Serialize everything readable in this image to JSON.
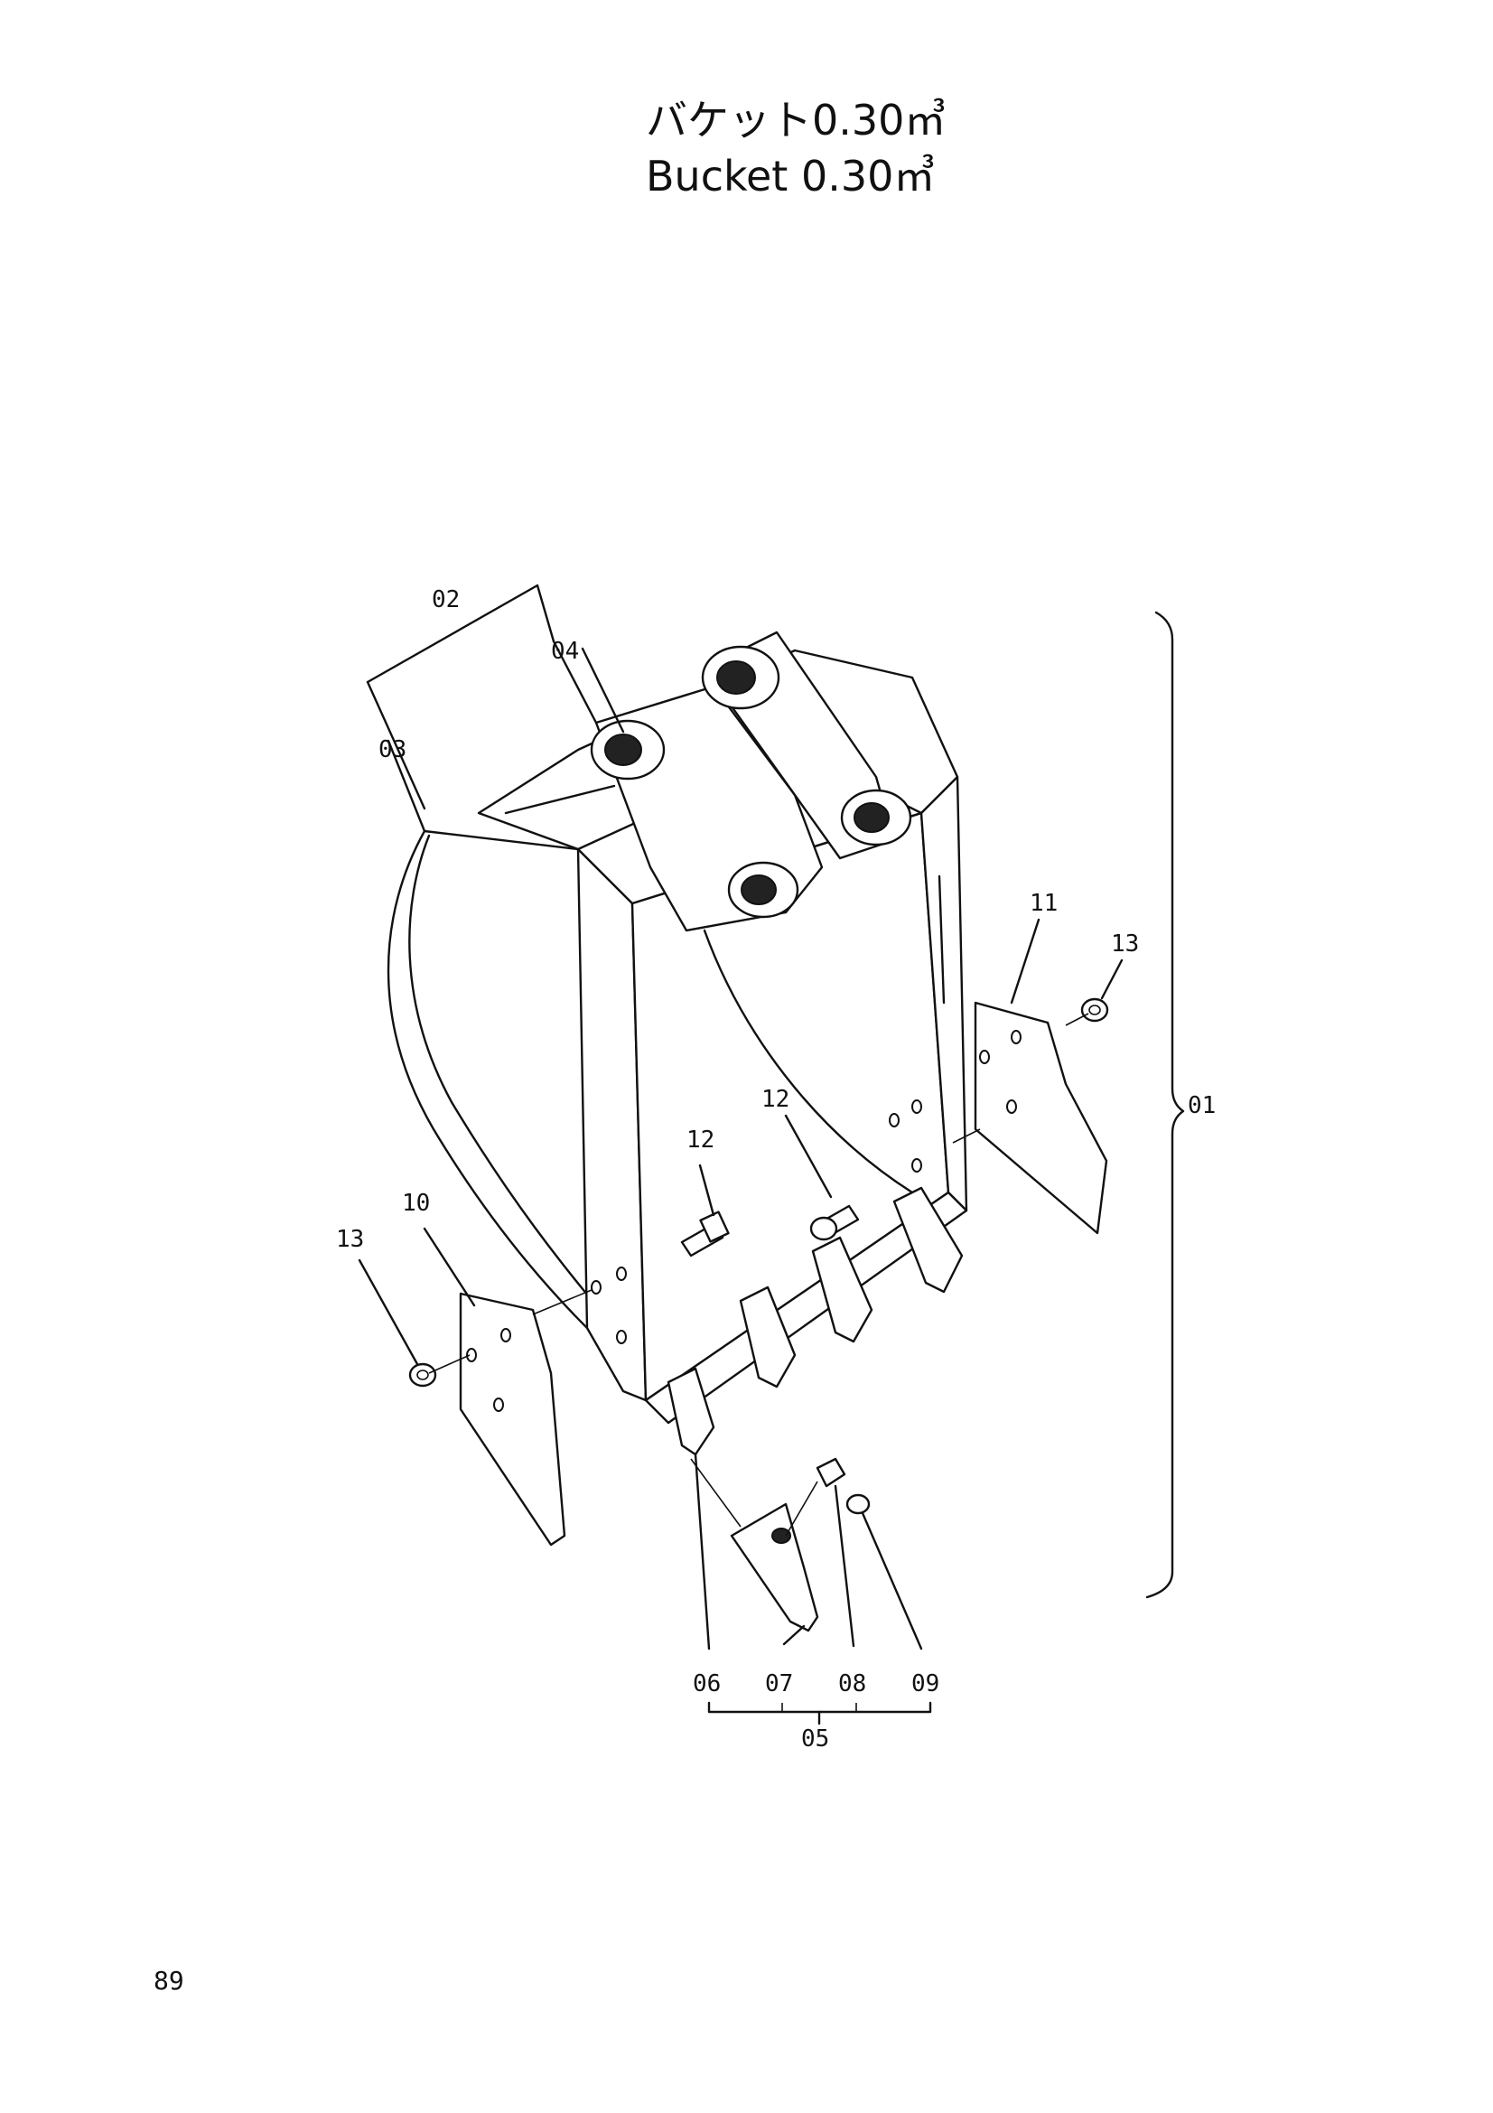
{
  "title": {
    "japanese": "バケット0.30㎥",
    "english": "Bucket 0.30㎥"
  },
  "callouts": {
    "c01": "01",
    "c02": "02",
    "c03": "03",
    "c04": "04",
    "c05": "05",
    "c06": "06",
    "c07": "07",
    "c08": "08",
    "c09": "09",
    "c10": "10",
    "c11": "11",
    "c12a": "12",
    "c12b": "12",
    "c13a": "13",
    "c13b": "13"
  },
  "page_number": "89"
}
